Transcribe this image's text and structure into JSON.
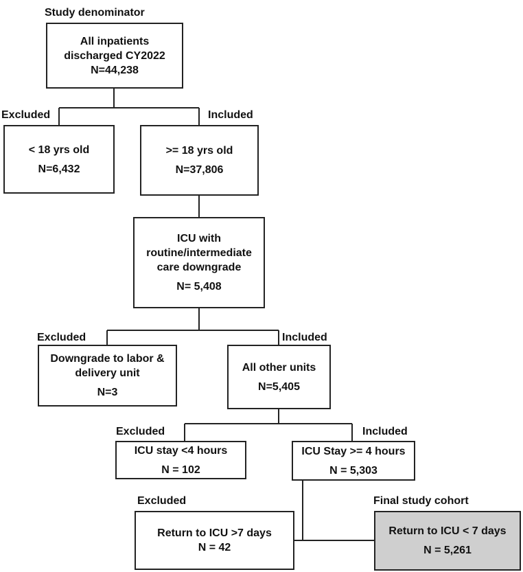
{
  "labels": {
    "study_denominator": "Study denominator",
    "excluded_1": "Excluded",
    "included_1": "Included",
    "excluded_2": "Excluded",
    "included_2": "Included",
    "excluded_3": "Excluded",
    "included_3": "Included",
    "excluded_4": "Excluded",
    "final_cohort": "Final study cohort"
  },
  "boxes": {
    "all_inpatients": {
      "line1": "All inpatients",
      "line2": "discharged CY2022",
      "count": "N=44,238"
    },
    "under_18": {
      "line1": "< 18 yrs old",
      "count": "N=6,432"
    },
    "over_18": {
      "line1": ">= 18 yrs old",
      "count": "N=37,806"
    },
    "icu_downgrade": {
      "line1": "ICU with",
      "line2": "routine/intermediate",
      "line3": "care downgrade",
      "count": "N= 5,408"
    },
    "labor_delivery": {
      "line1": "Downgrade to labor &",
      "line2": "delivery unit",
      "count": "N=3"
    },
    "other_units": {
      "line1": "All other units",
      "count": "N=5,405"
    },
    "icu_lt4": {
      "line1": "ICU stay <4 hours",
      "count": "N = 102"
    },
    "icu_ge4": {
      "line1": "ICU Stay >= 4 hours",
      "count": "N = 5,303"
    },
    "return_gt7": {
      "line1": "Return to ICU >7 days",
      "count": "N = 42"
    },
    "return_lt7": {
      "line1": "Return to ICU < 7 days",
      "count": "N = 5,261"
    }
  },
  "colors": {
    "line": "#222222",
    "final_fill": "#cfcfcf"
  }
}
